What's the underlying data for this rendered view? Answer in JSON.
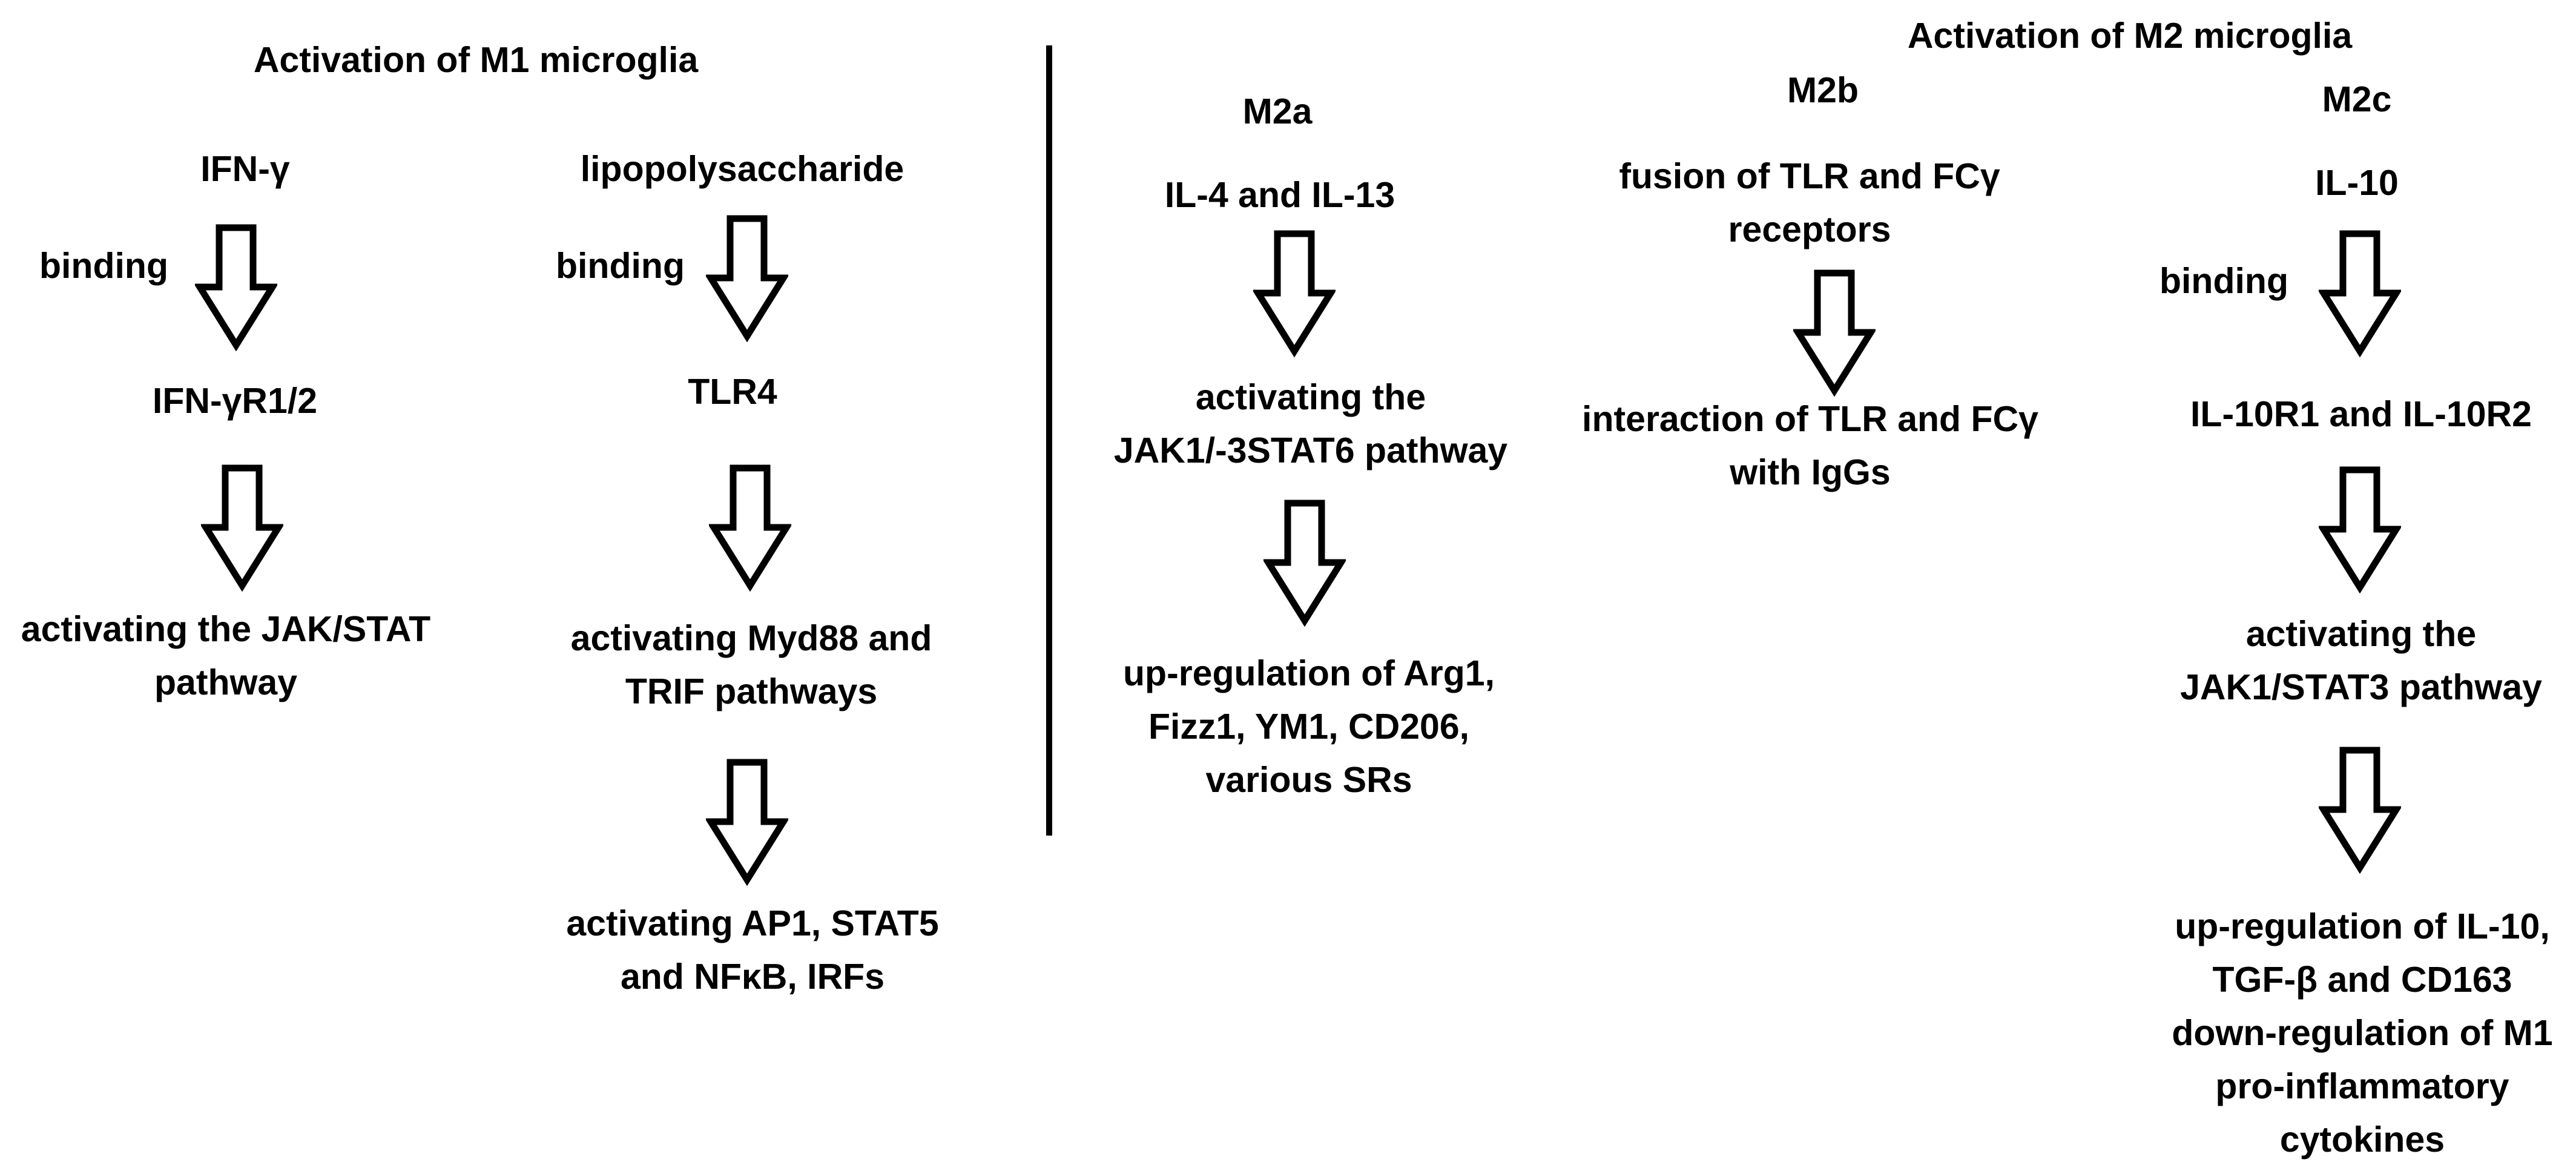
{
  "m1": {
    "title": "Activation of M1 microglia",
    "ifn": {
      "stimulus": "IFN-γ",
      "binding": "binding",
      "receptor": "IFN-γR1/2",
      "pathway": [
        "activating the JAK/STAT",
        "pathway"
      ]
    },
    "lps": {
      "stimulus": "lipopolysaccharide",
      "binding": "binding",
      "receptor": "TLR4",
      "pathway": [
        "activating Myd88 and",
        "TRIF pathways"
      ],
      "outcome": [
        "activating AP1, STAT5",
        "and NFκB, IRFs"
      ]
    }
  },
  "m2": {
    "title": "Activation of M2 microglia",
    "m2a": {
      "label": "M2a",
      "stimulus": "IL-4 and IL-13",
      "pathway": [
        "activating the",
        "JAK1/-3STAT6 pathway"
      ],
      "outcome": [
        "up-regulation of Arg1,",
        "Fizz1, YM1, CD206,",
        "various SRs"
      ]
    },
    "m2b": {
      "label": "M2b",
      "stimulus": [
        "fusion of TLR and FCγ",
        "receptors"
      ],
      "outcome": [
        "interaction of TLR and FCγ",
        "with IgGs"
      ]
    },
    "m2c": {
      "label": "M2c",
      "stimulus": "IL-10",
      "binding": "binding",
      "receptor": "IL-10R1 and IL-10R2",
      "pathway": [
        "activating the",
        "JAK1/STAT3 pathway"
      ],
      "outcome": [
        "up-regulation of IL-10,",
        "TGF-β and CD163",
        "down-regulation of M1",
        "pro-inflammatory",
        "cytokines"
      ]
    }
  },
  "colors": {
    "ink": "#000000",
    "background": "#ffffff"
  },
  "icons": [
    "down-arrow-icon"
  ]
}
